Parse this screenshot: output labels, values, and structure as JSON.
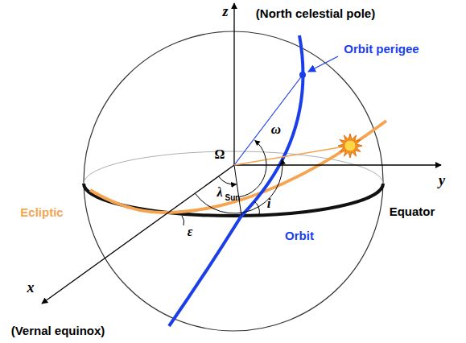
{
  "diagram": {
    "labels": [
      "z",
      "(North celestial pole)",
      "Orbit perigee",
      "ω",
      "y",
      "Ω",
      "Equator",
      "Ecliptic",
      "λ",
      "Sun",
      "ε",
      "i",
      "Orbit",
      "x",
      "(Vernal equinox)"
    ]
  }
}
